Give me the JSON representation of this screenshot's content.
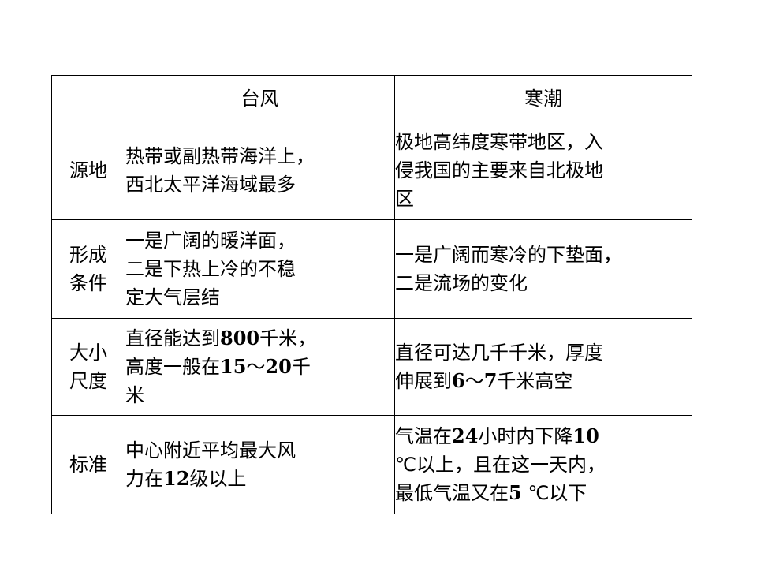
{
  "table": {
    "columns": [
      "",
      "台风",
      "寒潮"
    ],
    "rows": [
      {
        "label": [
          "源地"
        ],
        "typhoon": [
          [
            "热带或副热带海洋上，"
          ],
          [
            "西北太平洋海域最多"
          ]
        ],
        "coldwave": [
          [
            "极地高纬度寒带地区，入"
          ],
          [
            "侵我国的主要来自北极地"
          ],
          [
            "区"
          ]
        ]
      },
      {
        "label": [
          "形成",
          "条件"
        ],
        "typhoon": [
          [
            "一是广阔的暖洋面，"
          ],
          [
            "二是下热上冷的不稳"
          ],
          [
            "定大气层结"
          ]
        ],
        "coldwave": [
          [
            "一是广阔而寒冷的下垫面，"
          ],
          [
            "二是流场的变化"
          ]
        ]
      },
      {
        "label": [
          "大小",
          "尺度"
        ],
        "typhoon": [
          [
            "直径能达到",
            "800",
            "千米，"
          ],
          [
            "高度一般在",
            "15",
            "～",
            "20",
            "千"
          ],
          [
            "米"
          ]
        ],
        "coldwave": [
          [
            "直径可达几千千米，厚度"
          ],
          [
            "伸展到",
            "6",
            "～",
            "7",
            "千米高空"
          ]
        ]
      },
      {
        "label": [
          "标准"
        ],
        "typhoon": [
          [
            "中心附近平均最大风"
          ],
          [
            "力在",
            "12",
            "级以上"
          ]
        ],
        "coldwave": [
          [
            "气温在",
            "24",
            "小时内下降",
            "10"
          ],
          [
            "℃以上，且在这一天内，"
          ],
          [
            "最低气温又在",
            "5",
            " ℃以下"
          ]
        ]
      }
    ]
  }
}
